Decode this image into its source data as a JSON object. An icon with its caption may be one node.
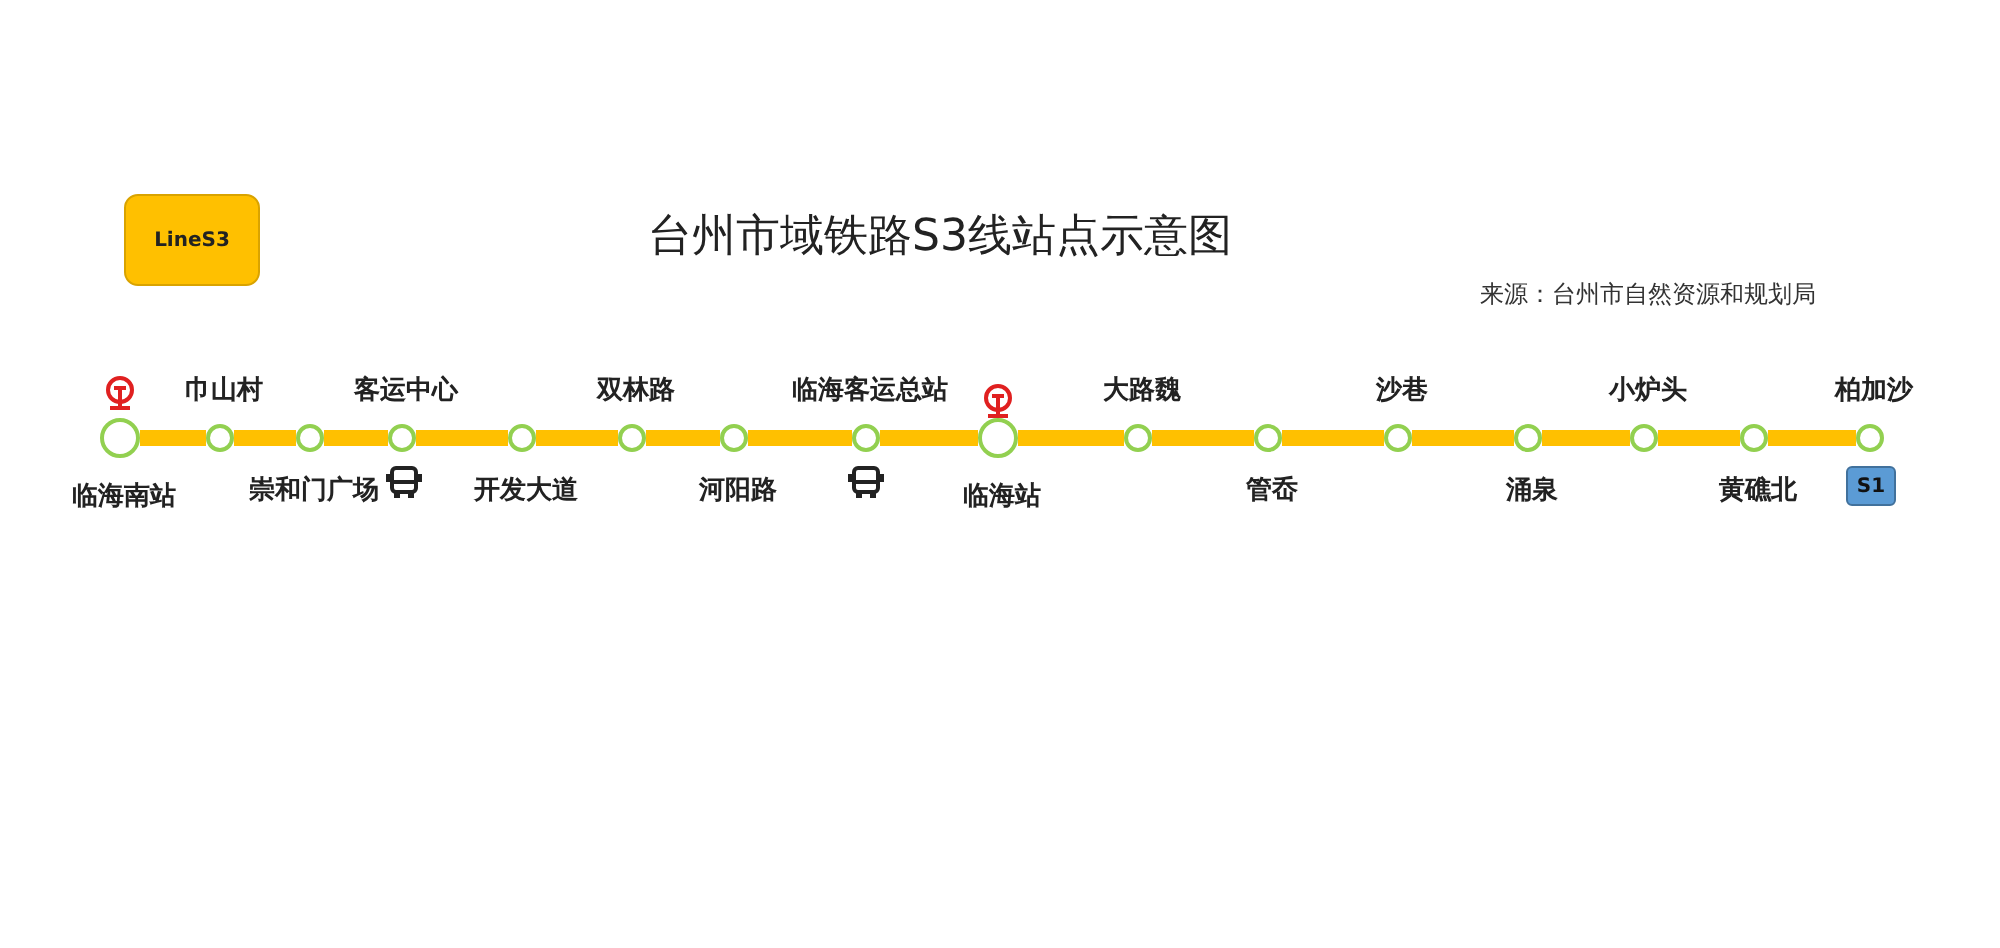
{
  "diagram": {
    "title": "台州市域铁路S3线站点示意图",
    "nodes": [
      {
        "text": [
          "LineS3"
        ]
      },
      {
        "text": [
          "临海南站"
        ]
      },
      {
        "text": [
          "巾山村"
        ]
      },
      {
        "text": [
          "崇和门广场"
        ]
      },
      {
        "text": [
          "客运中心"
        ]
      },
      {
        "text": [
          "开发大道"
        ]
      },
      {
        "text": [
          "双林路"
        ]
      },
      {
        "text": [
          "河阳路"
        ]
      },
      {
        "text": [
          "临海客运总站"
        ]
      },
      {
        "text": [
          "临海站"
        ]
      },
      {
        "text": [
          "大路魏"
        ]
      },
      {
        "text": [
          "管岙"
        ]
      },
      {
        "text": [
          "沙巷"
        ]
      },
      {
        "text": [
          "涌泉"
        ]
      },
      {
        "text": [
          "小炉头"
        ]
      },
      {
        "text": [
          "黄礁北"
        ]
      },
      {
        "text": [
          "柏加沙"
        ]
      }
    ],
    "edges": [
      {
        "from": 1,
        "to": 2,
        "arrow": "none"
      },
      {
        "from": 2,
        "to": 3,
        "arrow": "none"
      },
      {
        "from": 3,
        "to": 4,
        "arrow": "none"
      },
      {
        "from": 4,
        "to": 5,
        "arrow": "none"
      },
      {
        "from": 5,
        "to": 6,
        "arrow": "none"
      },
      {
        "from": 6,
        "to": 7,
        "arrow": "none"
      },
      {
        "from": 7,
        "to": 8,
        "arrow": "none"
      },
      {
        "from": 8,
        "to": 9,
        "arrow": "none"
      },
      {
        "from": 9,
        "to": 10,
        "arrow": "none"
      },
      {
        "from": 10,
        "to": 11,
        "arrow": "none"
      },
      {
        "from": 11,
        "to": 12,
        "arrow": "none"
      },
      {
        "from": 12,
        "to": 13,
        "arrow": "none"
      },
      {
        "from": 13,
        "to": 14,
        "arrow": "none"
      },
      {
        "from": 14,
        "to": 15,
        "arrow": "none"
      },
      {
        "from": 15,
        "to": 16,
        "arrow": "none"
      }
    ],
    "labels": [
      "来源：台州市自然资源和规划局",
      "S1"
    ]
  }
}
